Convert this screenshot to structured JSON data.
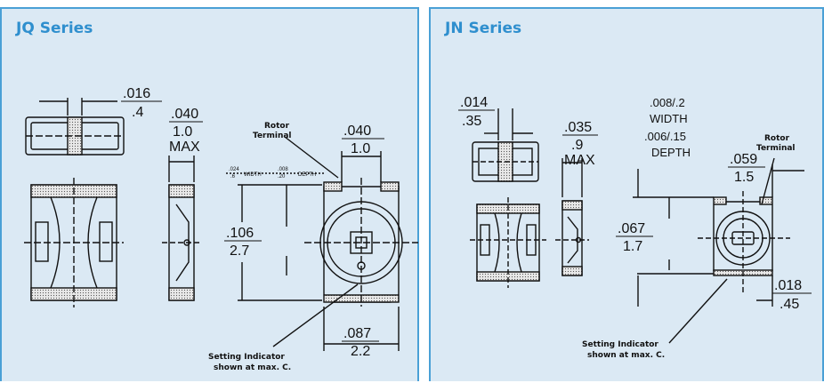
{
  "panels": [
    {
      "title": "JQ Series",
      "dims": {
        "d1_top": ".016",
        "d1_bot": ".4",
        "d2_top": ".040",
        "d2_mid": "1.0",
        "d2_bot": "MAX",
        "d3_top": ".040",
        "d3_bot": "1.0",
        "d4_top": ".106",
        "d4_bot": "2.7",
        "d5_top": ".087",
        "d5_bot": "2.2",
        "width_top": ".024",
        "width_bot": ".6",
        "width_label": "WIDTH",
        "depth_top": ".008",
        "depth_bot": ".20",
        "depth_label": "DEPTH"
      },
      "labels": {
        "rotor_1": "Rotor",
        "rotor_2": "Terminal",
        "setting_1": "Setting Indicator",
        "setting_2": "shown at max. C."
      }
    },
    {
      "title": "JN Series",
      "dims": {
        "d1_top": ".014",
        "d1_bot": ".35",
        "d2_top": ".035",
        "d2_mid": ".9",
        "d2_bot": "MAX",
        "wd_1": ".008/.2",
        "wd_2": "WIDTH",
        "wd_3": ".006/.15",
        "wd_4": "DEPTH",
        "d3_top": ".059",
        "d3_bot": "1.5",
        "d4_top": ".067",
        "d4_bot": "1.7",
        "d5_top": ".018",
        "d5_bot": ".45"
      },
      "labels": {
        "rotor_1": "Rotor",
        "rotor_2": "Terminal",
        "setting_1": "Setting Indicator",
        "setting_2": "shown at max. C."
      }
    }
  ]
}
